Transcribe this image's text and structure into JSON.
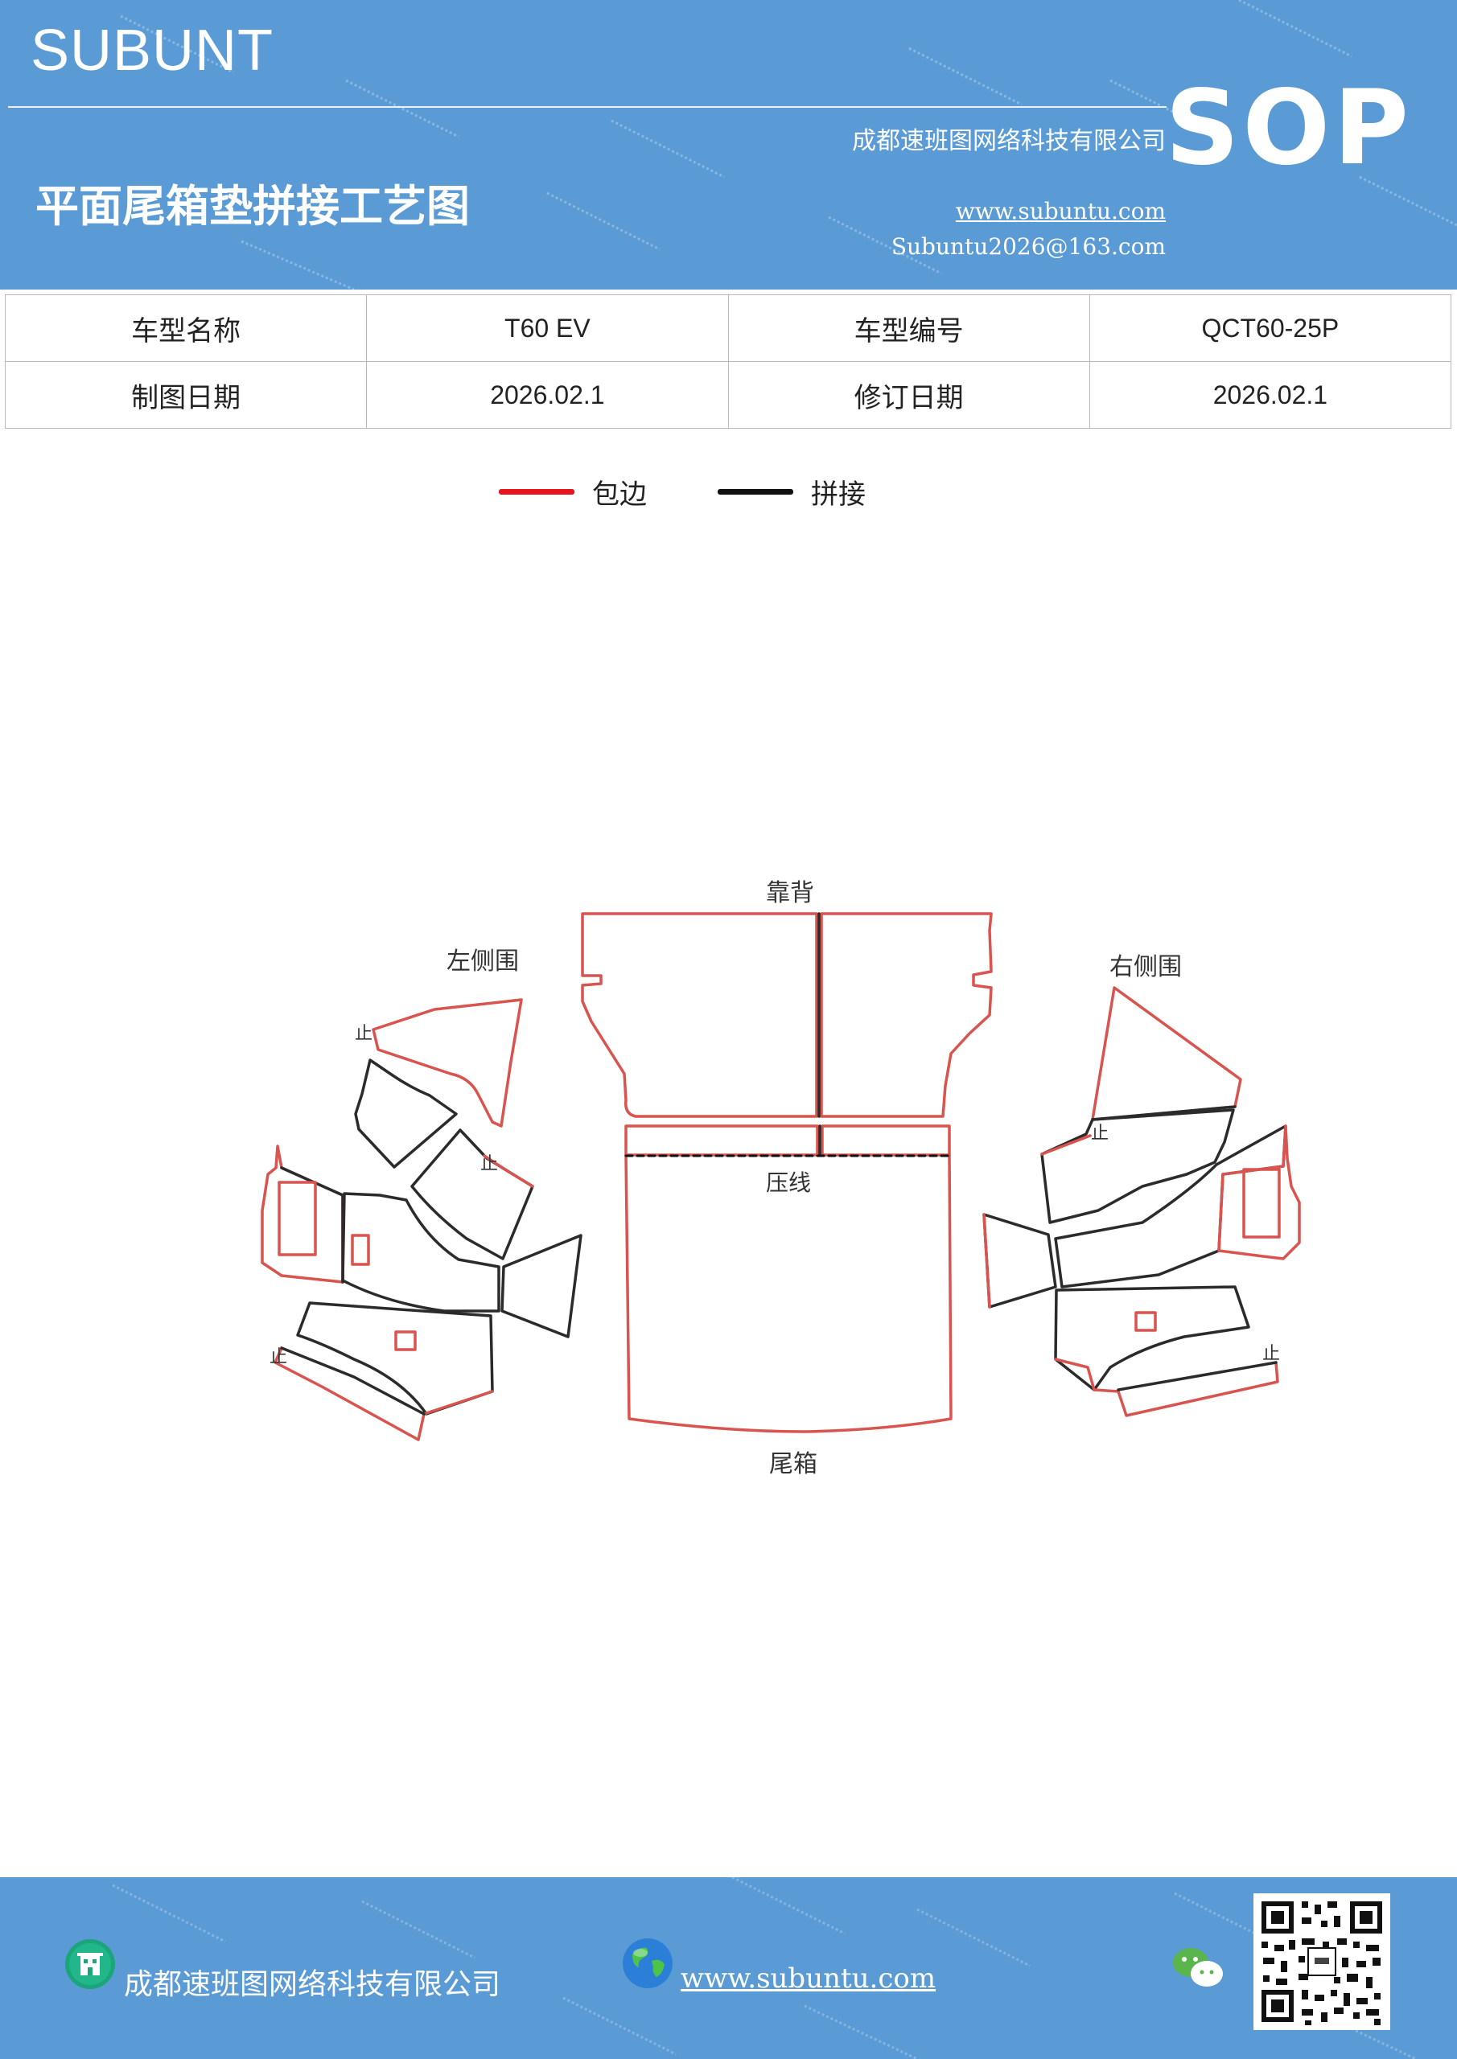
{
  "header": {
    "brand": "SUBUNT",
    "title": "平面尾箱垫拼接工艺图",
    "company": "成都速班图网络科技有限公司",
    "website": "www.subuntu.com",
    "email": "Subuntu2026@163.com",
    "badge": "SOP",
    "background_color": "#5b9bd5"
  },
  "info_table": {
    "rows": [
      [
        {
          "label": "车型名称",
          "value": "T60  EV"
        },
        {
          "label": "车型编号",
          "value": "QCT60-25P"
        }
      ],
      [
        {
          "label": "制图日期",
          "value": "2026.02.1"
        },
        {
          "label": "修订日期",
          "value": "2026.02.1"
        }
      ]
    ]
  },
  "legend": {
    "items": [
      {
        "label": "包边",
        "color": "#e8141c"
      },
      {
        "label": "拼接",
        "color": "#111111"
      }
    ]
  },
  "diagram": {
    "labels": {
      "backrest": "靠背",
      "left_side": "左侧围",
      "right_side": "右侧围",
      "crease": "压线",
      "trunk": "尾箱",
      "stop": "止"
    },
    "colors": {
      "hem": "#d9534f",
      "seam": "#2b2b2b"
    }
  },
  "footer": {
    "company": "成都速班图网络科技有限公司",
    "website": "www.subuntu.com ",
    "icons": [
      "building-icon",
      "globe-icon",
      "wechat-icon",
      "qr-code"
    ],
    "background_color": "#5b9bd5"
  }
}
